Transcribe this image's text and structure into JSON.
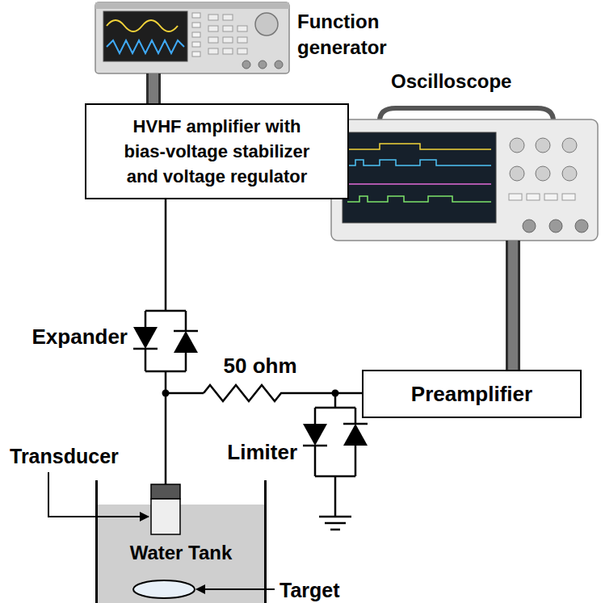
{
  "diagram": {
    "nodes": [
      {
        "text": [
          "Function generator"
        ]
      },
      {
        "text": [
          "Oscilloscope"
        ]
      },
      {
        "text": [
          "HVHF amplifier with bias-voltage stabilizer and voltage regulator"
        ]
      },
      {
        "text": [
          "Preamplifier"
        ]
      },
      {
        "text": [
          "Water Tank"
        ]
      }
    ],
    "edges": [
      {
        "from": 0,
        "to": 2,
        "arrow": "none"
      },
      {
        "from": 1,
        "to": 3,
        "arrow": "none"
      }
    ],
    "labels": [
      "Expander",
      "50 ohm",
      "Limiter",
      "Transducer",
      "Target"
    ]
  }
}
